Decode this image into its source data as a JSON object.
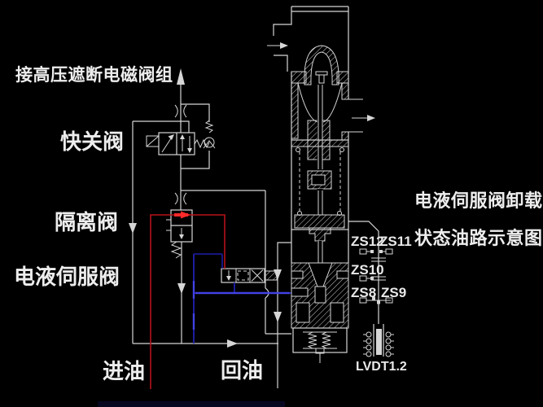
{
  "labels": {
    "top_connection": "接高压遮断电磁阀组",
    "quick_close_valve": "快关阀",
    "isolation_valve": "隔离阀",
    "servo_valve": "电液伺服阀",
    "oil_inlet": "进油",
    "oil_return": "回油"
  },
  "title": {
    "line1": "电液伺服阀卸载",
    "line2": "状态油路示意图"
  },
  "sensors": {
    "zs12": "ZS12",
    "zs11": "ZS11",
    "zs10": "ZS10",
    "zs8": "ZS8",
    "zs9": "ZS9",
    "lvdt": "LVDT1.2"
  },
  "colors": {
    "background": "#000000",
    "line": "#d6d6d6",
    "text": "#ededed",
    "pressure": "#b5121b",
    "pressure_bright": "#ff2a2a",
    "return": "#2020b0",
    "return_bright": "#4a4af0"
  }
}
